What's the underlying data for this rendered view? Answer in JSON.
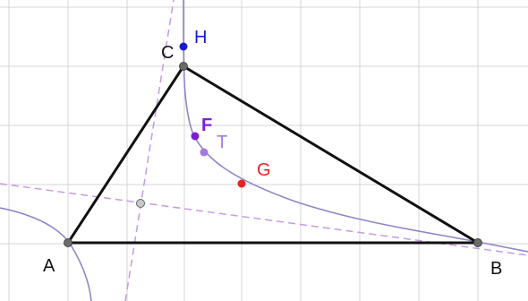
{
  "figure": {
    "colors": {
      "grid": "#d4d4d4",
      "triangle": "#111111",
      "vertex": "#6b6b6b",
      "curve": "#8e86c8",
      "dashed": "#c79ae3",
      "H": "#1b1bd0",
      "F": "#7a1fd1",
      "T": "#a37ae0",
      "G": "#e22424",
      "label": "#111111"
    },
    "labels": {
      "A": "A",
      "B": "B",
      "C": "C",
      "H": "H",
      "F": "F",
      "T": "T",
      "G": "G"
    }
  }
}
